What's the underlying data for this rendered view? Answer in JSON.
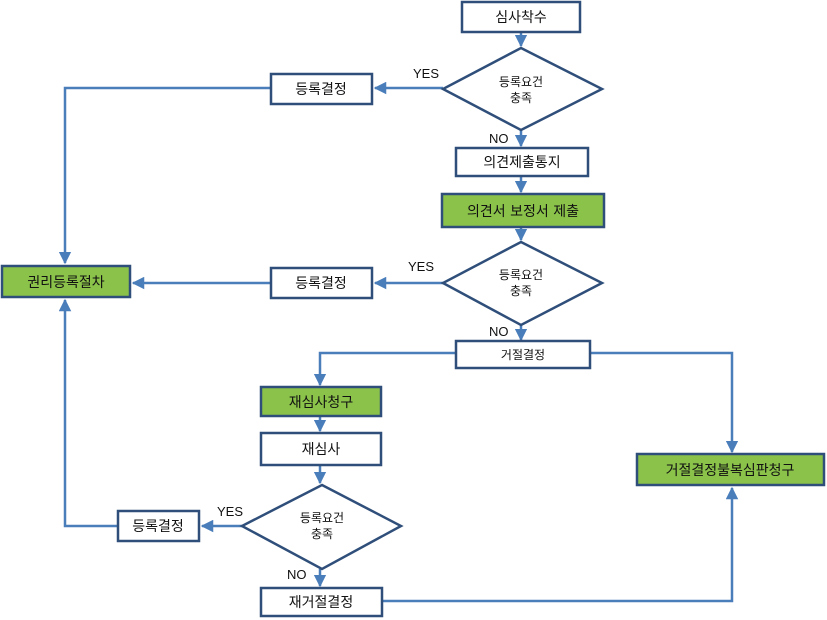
{
  "nodes": {
    "start": "심사착수",
    "reg_decision_1": "등록결정",
    "check_1": [
      "등록요건",
      "충족"
    ],
    "opinion_notice": "의견제출통지",
    "submit_opinion": "의견서 보정서 제출",
    "check_2": [
      "등록요건",
      "충족"
    ],
    "reg_decision_2": "등록결정",
    "rights_registration": "권리등록절차",
    "rejection": "거절결정",
    "reexam_request": "재심사청구",
    "reexam": "재심사",
    "check_3": [
      "등록요건",
      "충족"
    ],
    "reg_decision_3": "등록결정",
    "re_rejection": "재거절결정",
    "appeal": "거절결정불복심판청구"
  },
  "labels": {
    "yes": "YES",
    "no": "NO"
  },
  "colors": {
    "highlight": "#8bc34a",
    "border": "#2f4f7a",
    "arrow": "#4a7ebb"
  }
}
